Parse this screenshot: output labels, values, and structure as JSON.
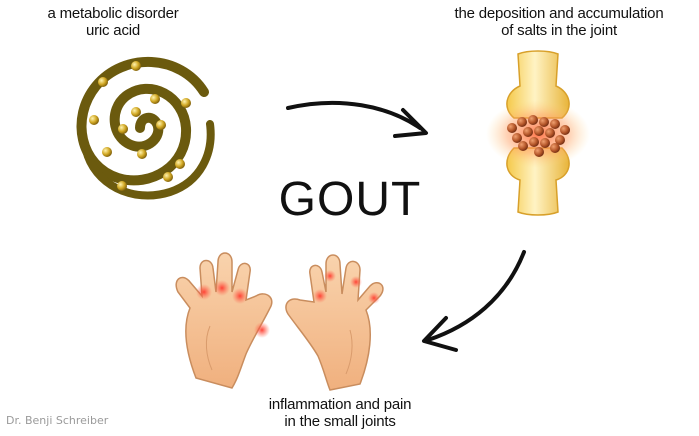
{
  "labels": {
    "top_left": [
      "a metabolic disorder",
      "uric acid"
    ],
    "top_right": [
      "the deposition and accumulation",
      "of salts in the joint"
    ],
    "bottom": [
      "inflammation and pain",
      "in the small joints"
    ]
  },
  "title": "GOUT",
  "watermark": "Dr. Benji Schreiber",
  "colors": {
    "spiral": "#6b5a0e",
    "crystal": "#c9a320",
    "bone": "#f3d36a",
    "salt": "#b5572a",
    "inflammation": "#f05a4a",
    "skin": "#f6c49a",
    "arrow": "#111111"
  }
}
